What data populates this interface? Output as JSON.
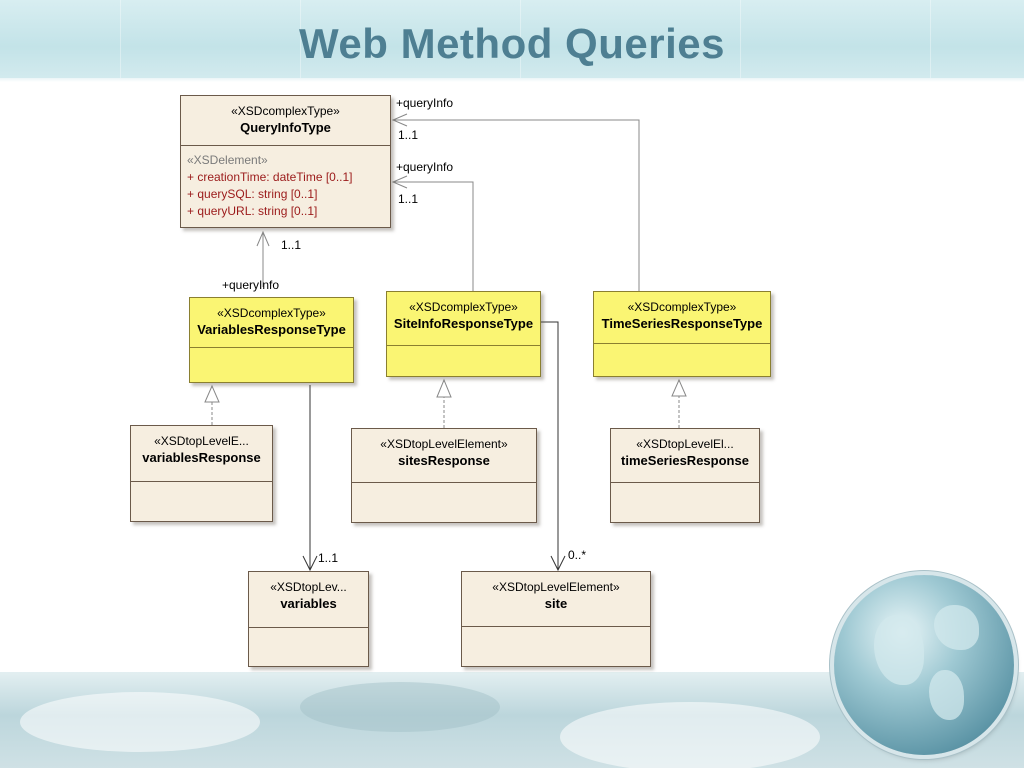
{
  "slide": {
    "title": "Web Method Queries"
  },
  "classes": {
    "query_info_type": {
      "stereotype": "«XSDcomplexType»",
      "name": "QueryInfoType",
      "attr_stereotype": "«XSDelement»",
      "attributes": [
        "+   creationTime:  dateTime [0..1]",
        "+   querySQL:  string [0..1]",
        "+   queryURL:  string [0..1]"
      ]
    },
    "variables_response_type": {
      "stereotype": "«XSDcomplexType»",
      "name": "VariablesResponseType"
    },
    "site_info_response_type": {
      "stereotype": "«XSDcomplexType»",
      "name": "SiteInfoResponseType"
    },
    "time_series_response_type": {
      "stereotype": "«XSDcomplexType»",
      "name": "TimeSeriesResponseType"
    },
    "variables_response": {
      "stereotype": "«XSDtopLevelE...",
      "name": "variablesResponse"
    },
    "sites_response": {
      "stereotype": "«XSDtopLevelElement»",
      "name": "sitesResponse"
    },
    "time_series_response": {
      "stereotype": "«XSDtopLevelEl...",
      "name": "timeSeriesResponse"
    },
    "variables": {
      "stereotype": "«XSDtopLev...",
      "name": "variables"
    },
    "site": {
      "stereotype": "«XSDtopLevelElement»",
      "name": "site"
    }
  },
  "connectors": {
    "role_query_info": "+queryInfo",
    "mult_one": "1..1",
    "mult_many": "0..*"
  }
}
